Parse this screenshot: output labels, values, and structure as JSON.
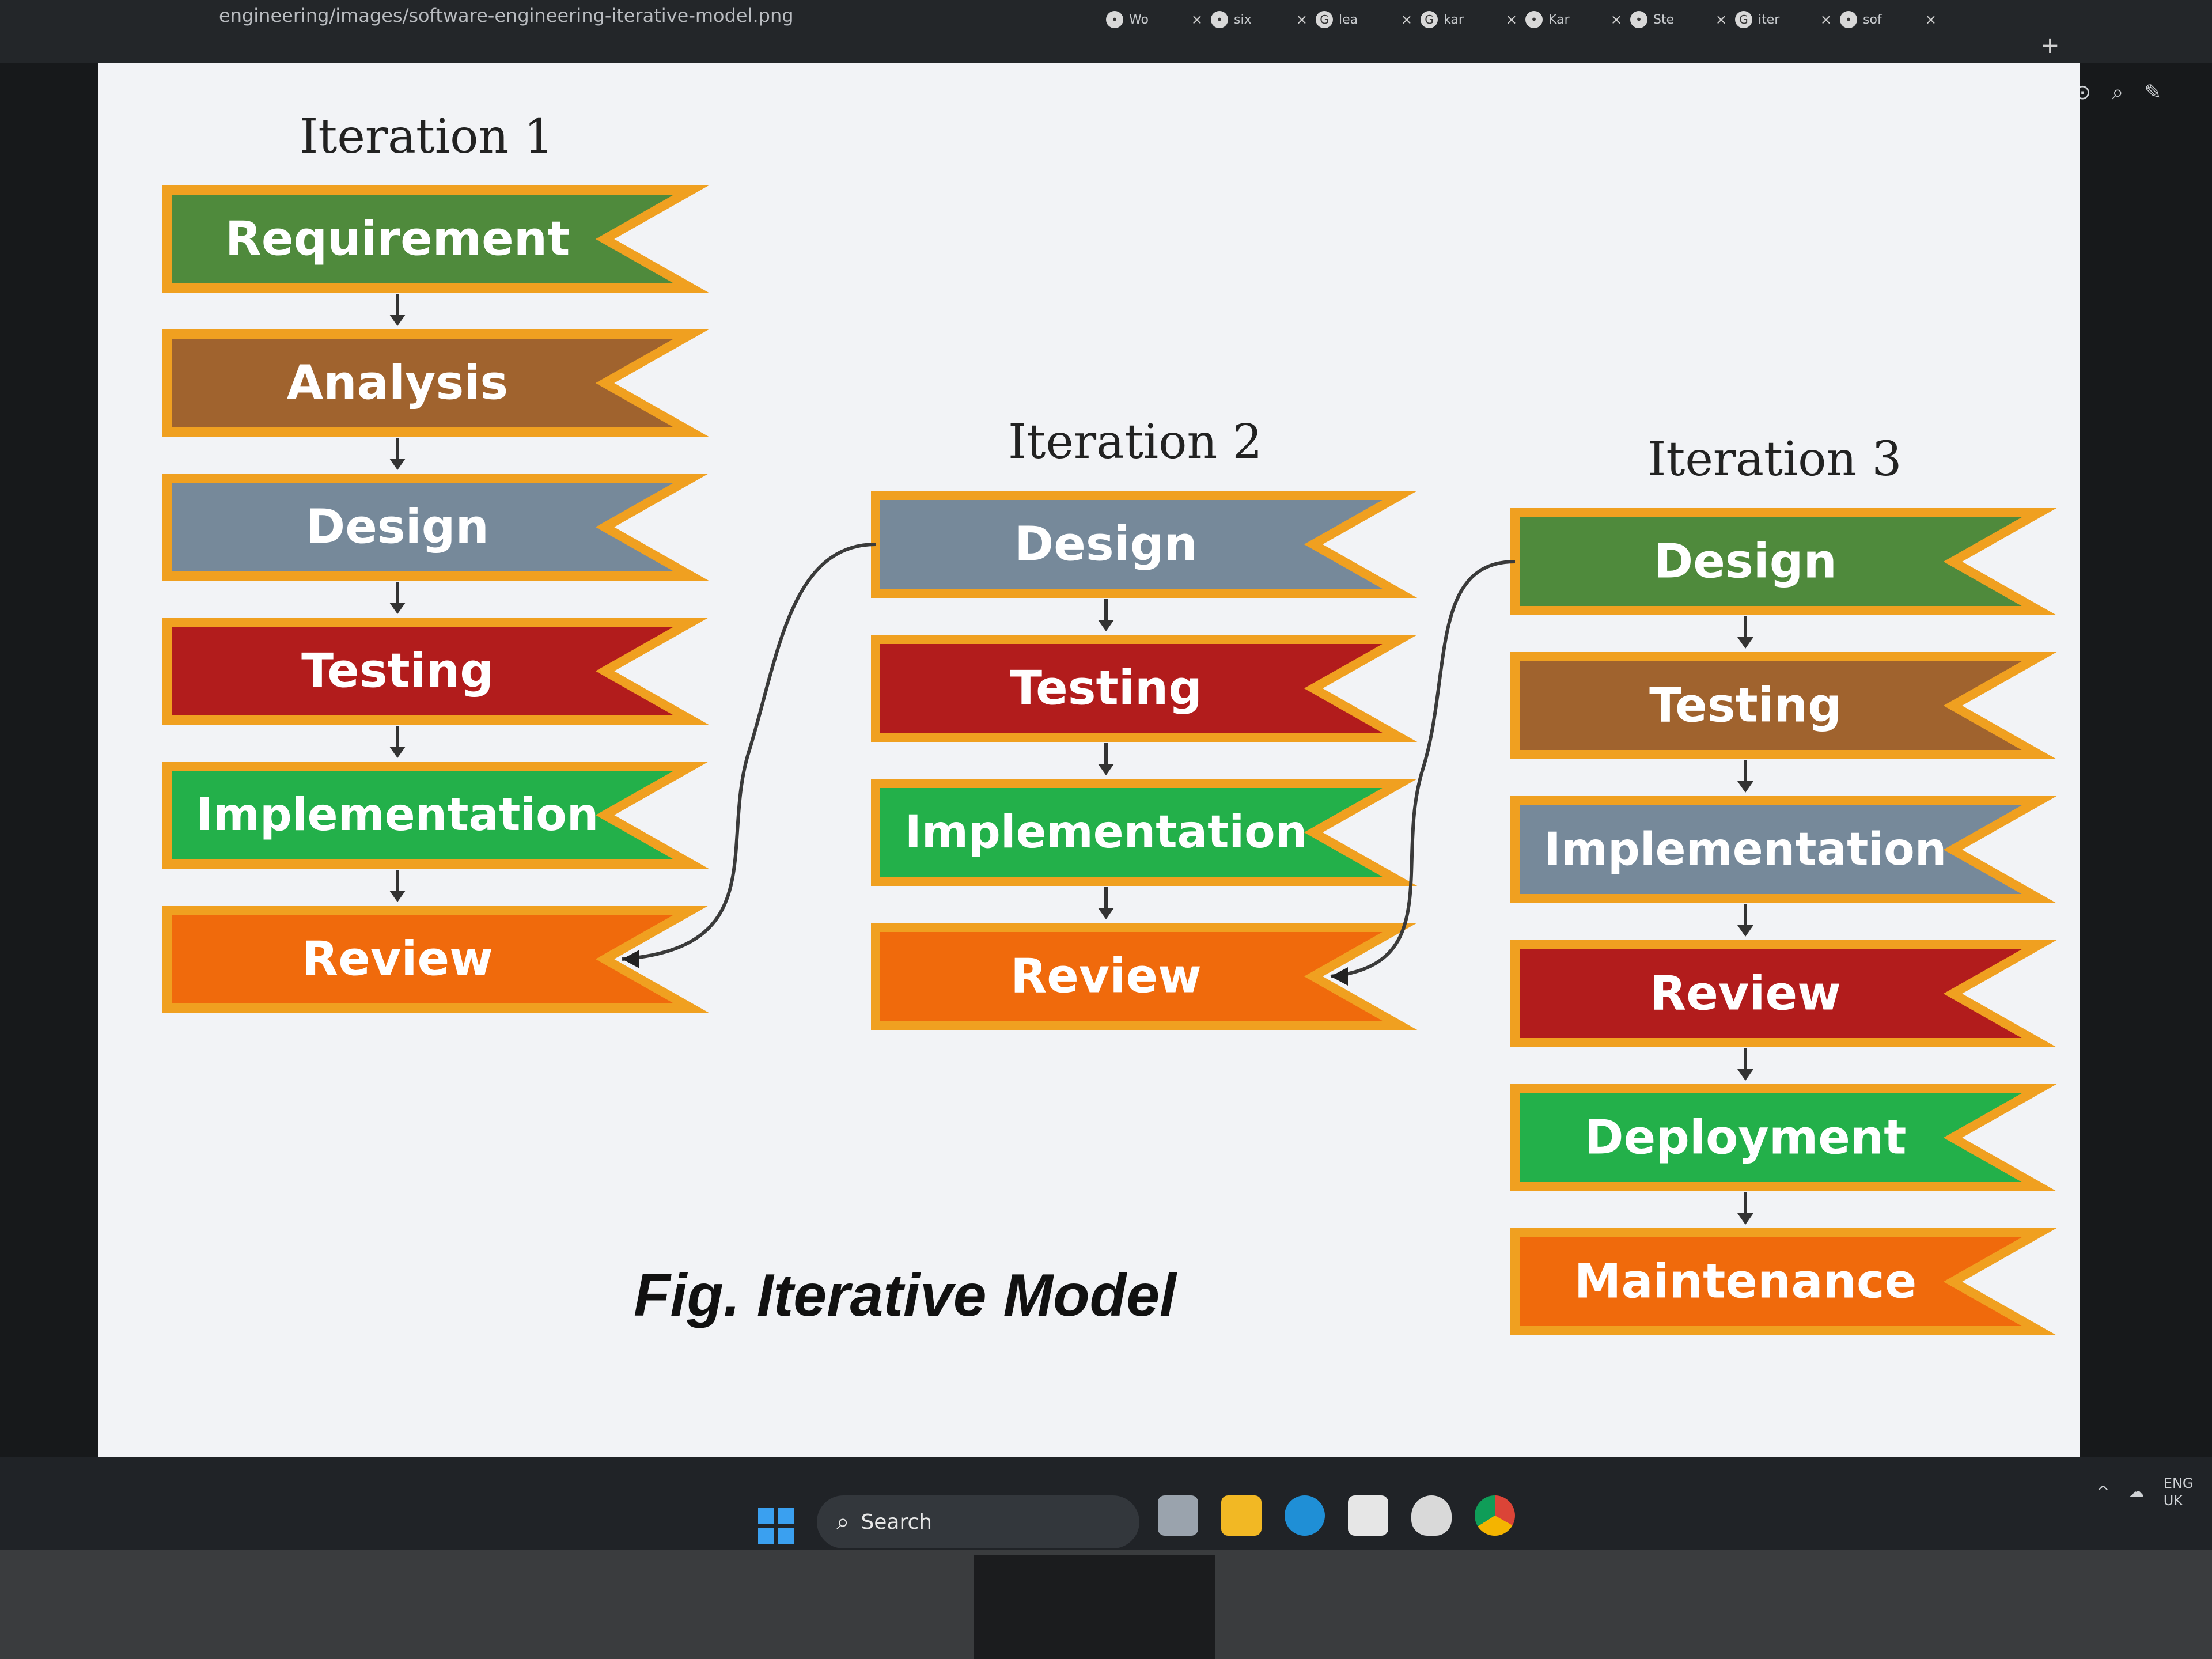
{
  "browser": {
    "url": "engineering/images/software-engineering-iterative-model.png",
    "tabs": [
      {
        "label": "Wo",
        "icon": "favicon-icon"
      },
      {
        "label": "six",
        "icon": "favicon-icon"
      },
      {
        "label": "lea",
        "icon": "google-icon"
      },
      {
        "label": "kar",
        "icon": "google-icon"
      },
      {
        "label": "Kar",
        "icon": "favicon-icon"
      },
      {
        "label": "Ste",
        "icon": "favicon-icon"
      },
      {
        "label": "iter",
        "icon": "google-icon"
      },
      {
        "label": "sof",
        "icon": "favicon-icon"
      }
    ],
    "new_tab": "+"
  },
  "diagram": {
    "iterations": [
      {
        "title": "Iteration 1",
        "stages": [
          {
            "label": "Requirement",
            "color": "#4f8a3c"
          },
          {
            "label": "Analysis",
            "color": "#a0632e"
          },
          {
            "label": "Design",
            "color": "#76899a"
          },
          {
            "label": "Testing",
            "color": "#b21c1c"
          },
          {
            "label": "Implementation",
            "color": "#23b04a"
          },
          {
            "label": "Review",
            "color": "#f06a0c"
          }
        ]
      },
      {
        "title": "Iteration 2",
        "stages": [
          {
            "label": "Design",
            "color": "#76899a"
          },
          {
            "label": "Testing",
            "color": "#b21c1c"
          },
          {
            "label": "Implementation",
            "color": "#23b04a"
          },
          {
            "label": "Review",
            "color": "#f06a0c"
          }
        ]
      },
      {
        "title": "Iteration 3",
        "stages": [
          {
            "label": "Design",
            "color": "#4f8a3c"
          },
          {
            "label": "Testing",
            "color": "#a0632e"
          },
          {
            "label": "Implementation",
            "color": "#76899a"
          },
          {
            "label": "Review",
            "color": "#b21c1c"
          },
          {
            "label": "Deployment",
            "color": "#23b04a"
          },
          {
            "label": "Maintenance",
            "color": "#f06a0c"
          }
        ]
      }
    ],
    "border_color": "#f0a020",
    "caption": "Fig. Iterative Model"
  },
  "taskbar": {
    "search_label": "Search",
    "tray_lang": [
      "ENG",
      "UK"
    ]
  }
}
